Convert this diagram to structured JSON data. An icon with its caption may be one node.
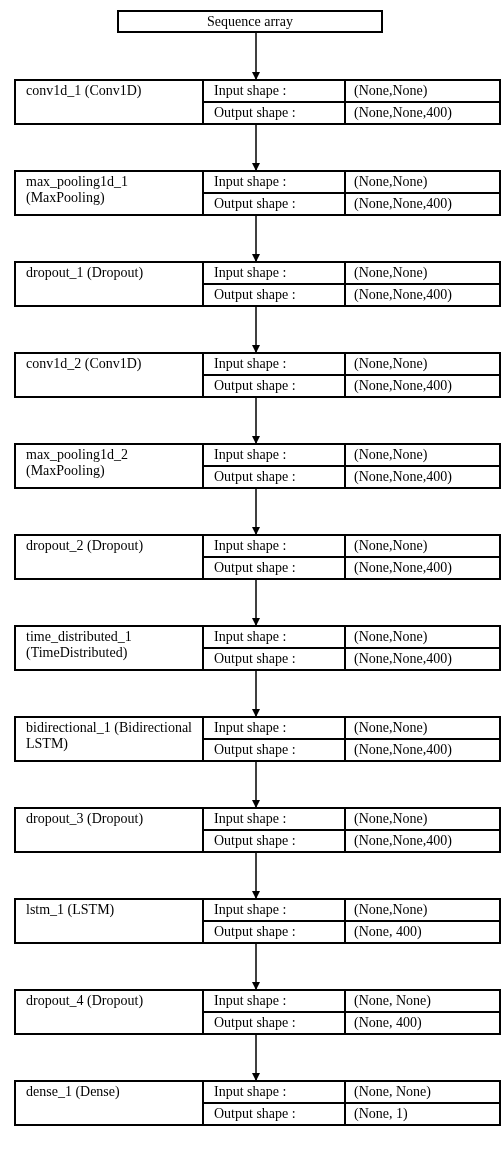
{
  "diagram": {
    "nodes": [
      {
        "text": [
          "Sequence array"
        ]
      },
      {
        "text": [
          "conv1d_1  (Conv1D)",
          "Input shape :",
          "(None,None)",
          "Output shape :",
          "(None,None,400)"
        ]
      },
      {
        "text": [
          "max_pooling1d_1 (MaxPooling)",
          "Input shape :",
          "(None,None)",
          "Output shape :",
          "(None,None,400)"
        ]
      },
      {
        "text": [
          "dropout_1 (Dropout)",
          "Input shape :",
          "(None,None)",
          "Output shape :",
          "(None,None,400)"
        ]
      },
      {
        "text": [
          "conv1d_2  (Conv1D)",
          "Input shape :",
          "(None,None)",
          "Output shape :",
          "(None,None,400)"
        ]
      },
      {
        "text": [
          "max_pooling1d_2 (MaxPooling)",
          "Input shape :",
          "(None,None)",
          "Output shape :",
          "(None,None,400)"
        ]
      },
      {
        "text": [
          "dropout_2 (Dropout)",
          "Input shape :",
          "(None,None)",
          "Output shape :",
          "(None,None,400)"
        ]
      },
      {
        "text": [
          "time_distributed_1 (TimeDistributed)",
          "Input shape :",
          "(None,None)",
          "Output shape :",
          "(None,None,400)"
        ]
      },
      {
        "text": [
          "bidirectional_1 (Bidirectional LSTM)",
          "Input shape :",
          "(None,None)",
          "Output shape :",
          "(None,None,400)"
        ]
      },
      {
        "text": [
          "dropout_3 (Dropout)",
          "Input shape :",
          "(None,None)",
          "Output shape :",
          "(None,None,400)"
        ]
      },
      {
        "text": [
          "lstm_1  (LSTM)",
          "Input shape :",
          "(None,None)",
          "Output shape :",
          "(None, 400)"
        ]
      },
      {
        "text": [
          "dropout_4 (Dropout)",
          "Input shape :",
          "(None, None)",
          "Output shape :",
          "(None, 400)"
        ]
      },
      {
        "text": [
          "dense_1 (Dense)",
          "Input shape :",
          "(None, None)",
          "Output shape :",
          "(None, 1)"
        ]
      }
    ],
    "edges": [
      {
        "from": 0,
        "to": 1,
        "arrow": "to"
      },
      {
        "from": 1,
        "to": 2,
        "arrow": "to"
      },
      {
        "from": 2,
        "to": 3,
        "arrow": "to"
      },
      {
        "from": 3,
        "to": 4,
        "arrow": "to"
      },
      {
        "from": 4,
        "to": 5,
        "arrow": "to"
      },
      {
        "from": 5,
        "to": 6,
        "arrow": "to"
      },
      {
        "from": 6,
        "to": 7,
        "arrow": "to"
      },
      {
        "from": 7,
        "to": 8,
        "arrow": "to"
      },
      {
        "from": 8,
        "to": 9,
        "arrow": "to"
      },
      {
        "from": 9,
        "to": 10,
        "arrow": "to"
      },
      {
        "from": 10,
        "to": 11,
        "arrow": "to"
      },
      {
        "from": 11,
        "to": 12,
        "arrow": "to"
      }
    ]
  }
}
